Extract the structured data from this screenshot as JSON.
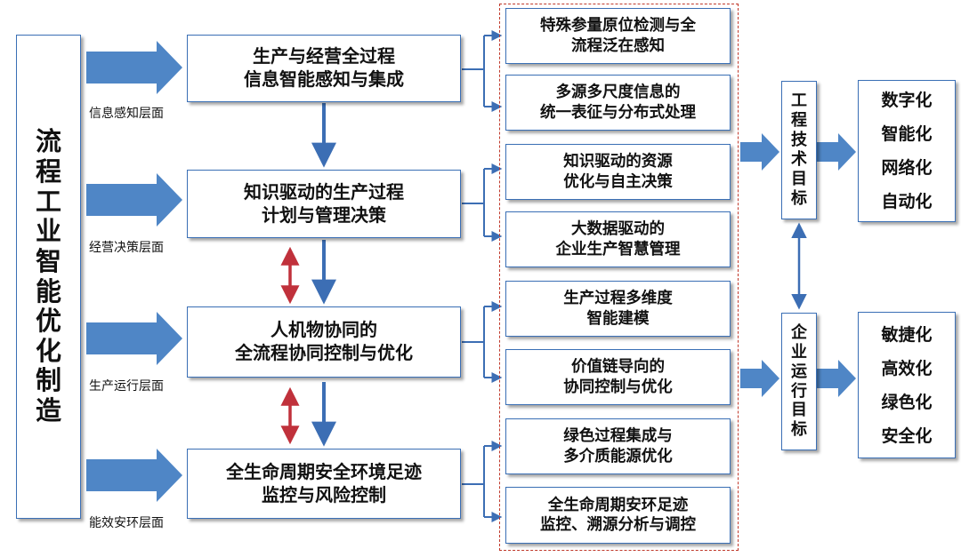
{
  "colors": {
    "box_border": "#3a6fb5",
    "arrow_fill": "#4f86c6",
    "flow_arrow": "#3c6eb4",
    "feedback_arrow": "#c0313b",
    "dash_border": "#c0392b"
  },
  "title_chars": [
    "流",
    "程",
    "工",
    "业",
    "智",
    "能",
    "优",
    "化",
    "制",
    "造"
  ],
  "layers": [
    {
      "label": "信息感知层面",
      "line1": "生产与经营全过程",
      "line2": "信息智能感知与集成"
    },
    {
      "label": "经营决策层面",
      "line1": "知识驱动的生产过程",
      "line2": "计划与管理决策"
    },
    {
      "label": "生产运行层面",
      "line1": "人机物协同的",
      "line2": "全流程协同控制与优化"
    },
    {
      "label": "能效安环层面",
      "line1": "全生命周期安全环境足迹",
      "line2": "监控与风险控制"
    }
  ],
  "subtasks": [
    {
      "line1": "特殊参量原位检测与全",
      "line2": "流程泛在感知"
    },
    {
      "line1": "多源多尺度信息的",
      "line2": "统一表征与分布式处理"
    },
    {
      "line1": "知识驱动的资源",
      "line2": "优化与自主决策"
    },
    {
      "line1": "大数据驱动的",
      "line2": "企业生产智慧管理"
    },
    {
      "line1": "生产过程多维度",
      "line2": "智能建模"
    },
    {
      "line1": "价值链导向的",
      "line2": "协同控制与优化"
    },
    {
      "line1": "绿色过程集成与",
      "line2": "多介质能源优化"
    },
    {
      "line1": "全生命周期安环足迹",
      "line2": "监控、溯源分析与调控"
    }
  ],
  "engineering_goal_chars": [
    "工",
    "程",
    "技",
    "术",
    "目",
    "标"
  ],
  "enterprise_goal_chars": [
    "企",
    "业",
    "运",
    "行",
    "目",
    "标"
  ],
  "engineering_results": [
    "数字化",
    "智能化",
    "网络化",
    "自动化"
  ],
  "enterprise_results": [
    "敏捷化",
    "高效化",
    "绿色化",
    "安全化"
  ]
}
